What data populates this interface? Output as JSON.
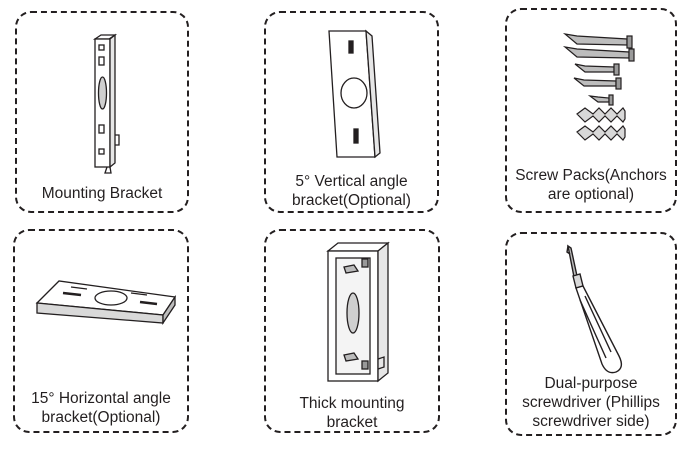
{
  "items": [
    {
      "lines": [
        "Mounting Bracket"
      ],
      "icon": "mounting-bracket-icon"
    },
    {
      "lines": [
        "5° Vertical angle",
        "bracket(Optional)"
      ],
      "icon": "vertical-angle-bracket-icon"
    },
    {
      "lines": [
        "Screw Packs(Anchors",
        "are optional)"
      ],
      "icon": "screw-packs-icon"
    },
    {
      "lines": [
        "15° Horizontal angle",
        "bracket(Optional)"
      ],
      "icon": "horizontal-angle-bracket-icon"
    },
    {
      "lines": [
        "Thick mounting",
        "bracket"
      ],
      "icon": "thick-mounting-bracket-icon"
    },
    {
      "lines": [
        "Dual-purpose",
        "screwdriver (Phillips",
        "screwdriver side)"
      ],
      "icon": "screwdriver-icon"
    }
  ]
}
